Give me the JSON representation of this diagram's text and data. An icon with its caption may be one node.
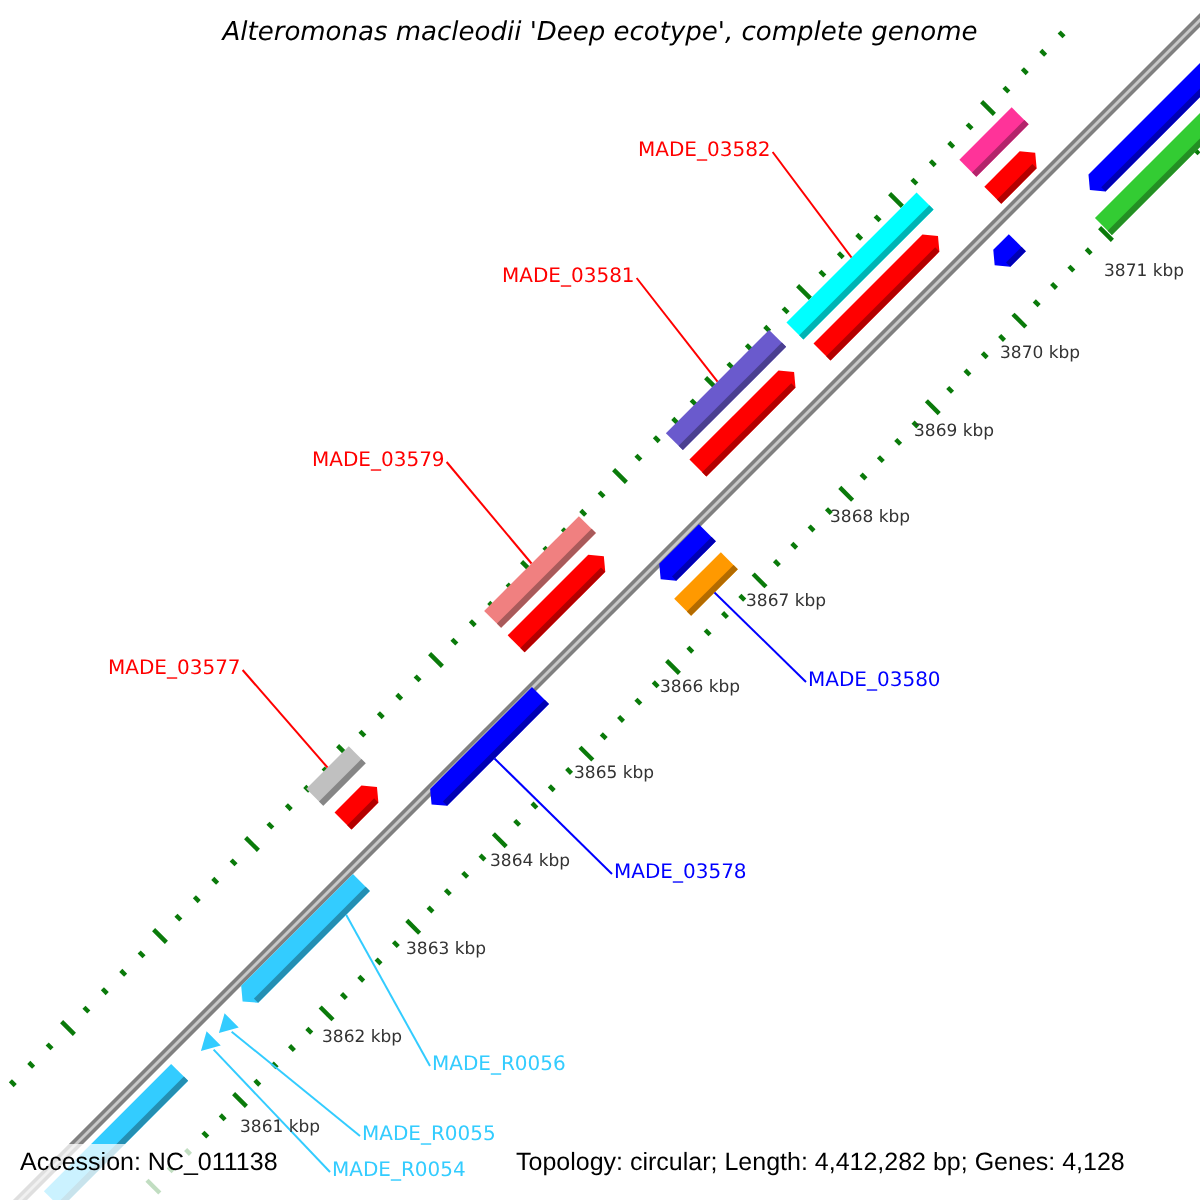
{
  "diagram": {
    "title": "Alteromonas macleodii 'Deep ecotype', complete genome",
    "nodes": [
      {
        "text": [
          "MADE_03582"
        ]
      },
      {
        "text": [
          "MADE_03581"
        ]
      },
      {
        "text": [
          "MADE_03579"
        ]
      },
      {
        "text": [
          "MADE_03577"
        ]
      },
      {
        "text": [
          "MADE_03580"
        ]
      },
      {
        "text": [
          "MADE_03578"
        ]
      },
      {
        "text": [
          "MADE_R0056"
        ]
      },
      {
        "text": [
          "MADE_R0055"
        ]
      },
      {
        "text": [
          "MADE_R0054"
        ]
      },
      {
        "text": [],
        "shape": "bar"
      },
      {
        "text": [],
        "shape": "triangle"
      },
      {
        "text": [],
        "shape": "triangle"
      },
      {
        "text": [],
        "shape": "bar"
      },
      {
        "text": [],
        "shape": "bar"
      },
      {
        "text": [],
        "shape": "bar"
      },
      {
        "text": [],
        "shape": "bar"
      },
      {
        "text": [],
        "shape": "bar"
      },
      {
        "text": [],
        "shape": "bar"
      },
      {
        "text": [],
        "shape": "bar"
      },
      {
        "text": [],
        "shape": "bar"
      },
      {
        "text": [],
        "shape": "bar"
      },
      {
        "text": [],
        "shape": "bar"
      },
      {
        "text": [],
        "shape": "bar"
      },
      {
        "text": [],
        "shape": "bar"
      },
      {
        "text": [],
        "shape": "bar"
      },
      {
        "text": [],
        "shape": "bar"
      },
      {
        "text": [],
        "shape": "bar"
      },
      {
        "text": [],
        "shape": "bar"
      },
      {
        "text": [],
        "shape": "bar"
      }
    ],
    "edges": [
      {
        "from": 0,
        "to": 22,
        "arrow": "none"
      },
      {
        "from": 1,
        "to": 20,
        "arrow": "none"
      },
      {
        "from": 2,
        "to": 16,
        "arrow": "none"
      },
      {
        "from": 3,
        "to": 13,
        "arrow": "none"
      },
      {
        "from": 4,
        "to": 19,
        "arrow": "none",
        "color": "#0000ff"
      },
      {
        "from": 5,
        "to": 15,
        "arrow": "none",
        "color": "#0000ff"
      },
      {
        "from": 6,
        "to": 12,
        "arrow": "none",
        "color": "#33ccff"
      },
      {
        "from": 7,
        "to": 11,
        "arrow": "none",
        "color": "#33ccff"
      },
      {
        "from": 8,
        "to": 10,
        "arrow": "none",
        "color": "#33ccff"
      }
    ],
    "labels": [
      "3861 kbp",
      "3862 kbp",
      "3863 kbp",
      "3864 kbp",
      "3865 kbp",
      "3866 kbp",
      "3867 kbp",
      "3868 kbp",
      "3869 kbp",
      "3870 kbp",
      "3871 kbp",
      "Accession: NC_011138",
      "Topology: circular; Length: 4,412,282 bp; Genes: 4,128"
    ]
  }
}
